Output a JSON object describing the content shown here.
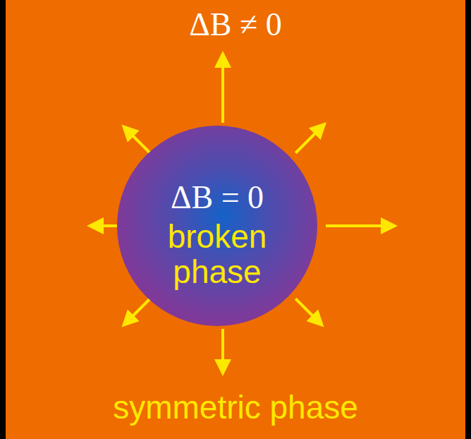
{
  "diagram": {
    "nodes": [
      {
        "text": [
          "ΔB ≠ 0",
          "symmetric phase"
        ]
      },
      {
        "text": [
          "ΔB = 0",
          "broken phase"
        ],
        "in": 0
      }
    ]
  }
}
